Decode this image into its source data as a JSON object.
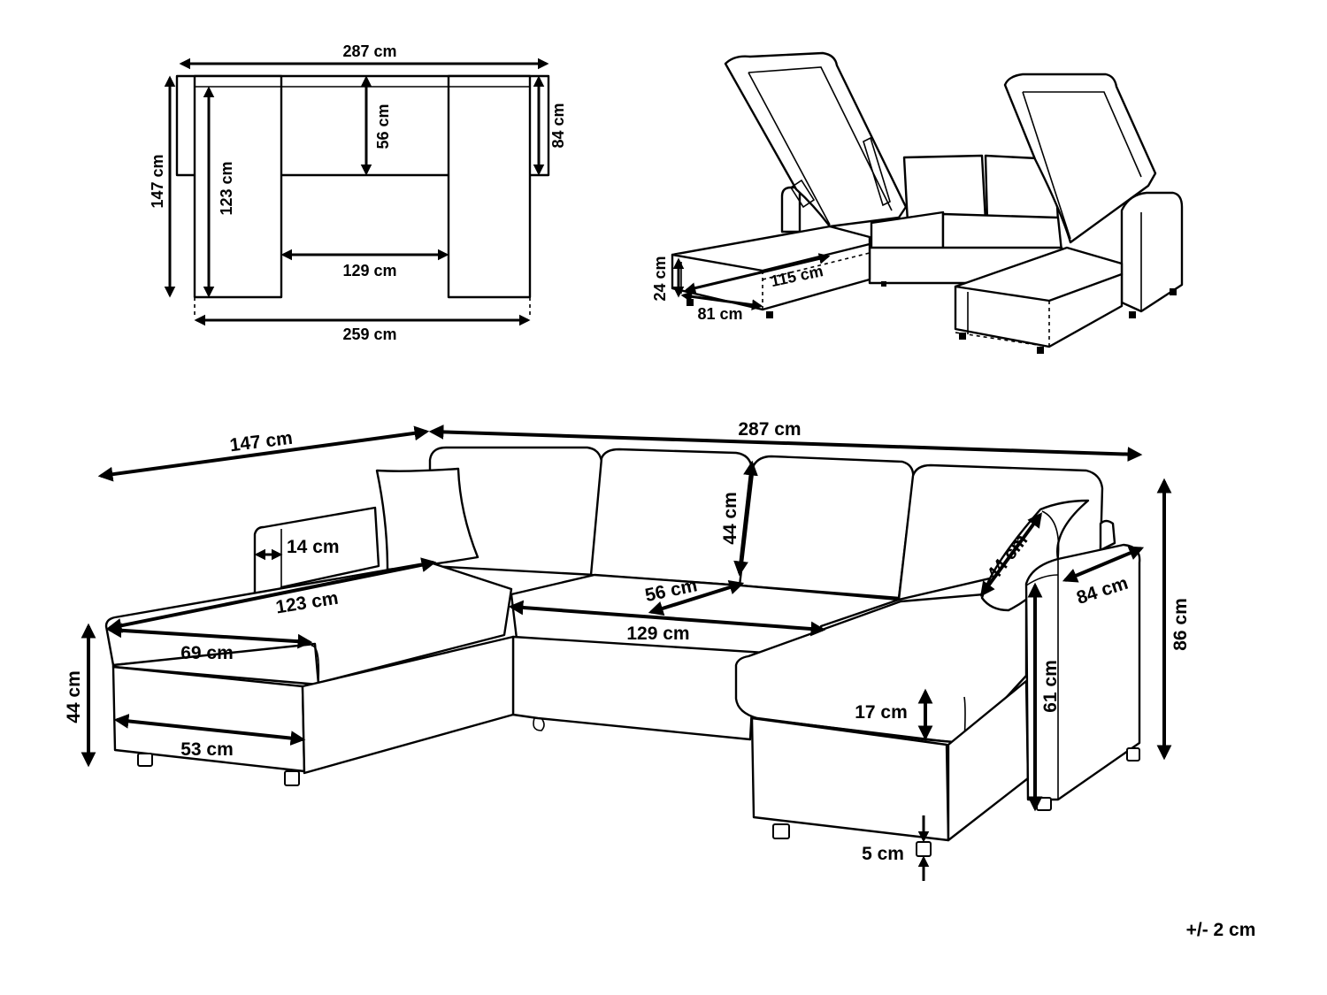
{
  "plan_view": {
    "total_width": "287 cm",
    "depth": "147 cm",
    "chaise_length": "123 cm",
    "back_depth": "56 cm",
    "arm_depth": "84 cm",
    "middle_width": "129 cm",
    "inner_width": "259 cm"
  },
  "storage_view": {
    "storage_height": "24 cm",
    "storage_length": "115 cm",
    "storage_width": "81 cm"
  },
  "perspective_view": {
    "total_depth": "147 cm",
    "total_width": "287 cm",
    "back_height": "44 cm",
    "arm_width": "14 cm",
    "chaise_length": "123 cm",
    "seat_depth": "56  cm",
    "middle_width": "129 cm",
    "chaise_width": "69 cm",
    "seat_height": "44 cm",
    "base_width": "53 cm",
    "cushion_size": "44 cm",
    "arm_depth": "84 cm",
    "total_height": "86 cm",
    "arm_height": "61 cm",
    "cushion_thickness": "17 cm",
    "leg_height": "5 cm"
  },
  "tolerance": "+/- 2 cm"
}
